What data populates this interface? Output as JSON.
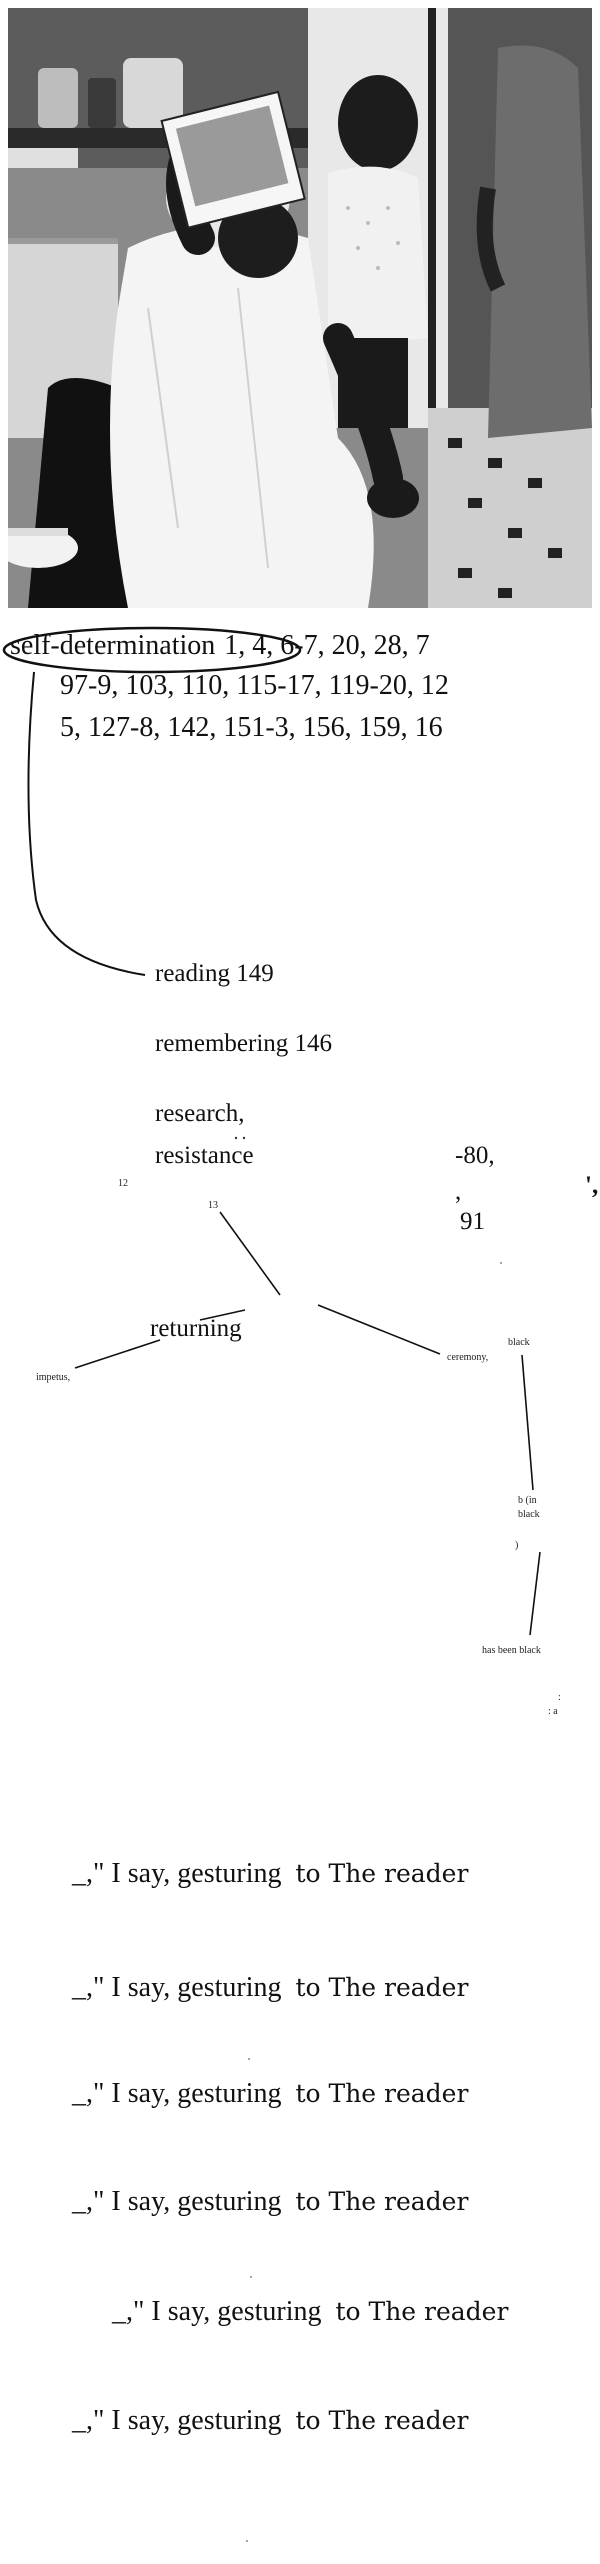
{
  "index": {
    "headword": "self-determination",
    "line1": " 1, 4, 6-7, 20, 28, 7",
    "line2": "97-9, 103, 110, 115-17, 119-20, 12",
    "line3": "5, 127-8, 142, 151-3, 156, 159,  16"
  },
  "entries": {
    "reading": "reading 149",
    "remembering": "remembering 146",
    "research": "research,",
    "resistance": "resistance",
    "returning": "returning"
  },
  "fragments": {
    "n12": "12",
    "n13": "13",
    "n80": "-80,",
    "comma": ",",
    "n91": "91",
    "quote_mark": "',",
    "impetus": "impetus,",
    "ceremony": "ceremony,",
    "black1": "black",
    "b_in": "b (in",
    "black2": "black",
    "paren": ")",
    "has_been_black": "has been black",
    "semicolon": ":",
    "a_frag": ": a"
  },
  "gestures": [
    {
      "lead": "_,\" I say, gesturing",
      "reader": "to The reader"
    },
    {
      "lead": "_,\" I say, gesturing",
      "reader": "to The reader"
    },
    {
      "lead": "_,\" I say, gesturing",
      "reader": "to The reader"
    },
    {
      "lead": "_,\" I say, gesturing",
      "reader": "to The reader"
    },
    {
      "lead": "_,\" I say, gesturing",
      "reader": "to The reader"
    },
    {
      "lead": "_,\" I say, gesturing",
      "reader": "to The reader"
    }
  ]
}
